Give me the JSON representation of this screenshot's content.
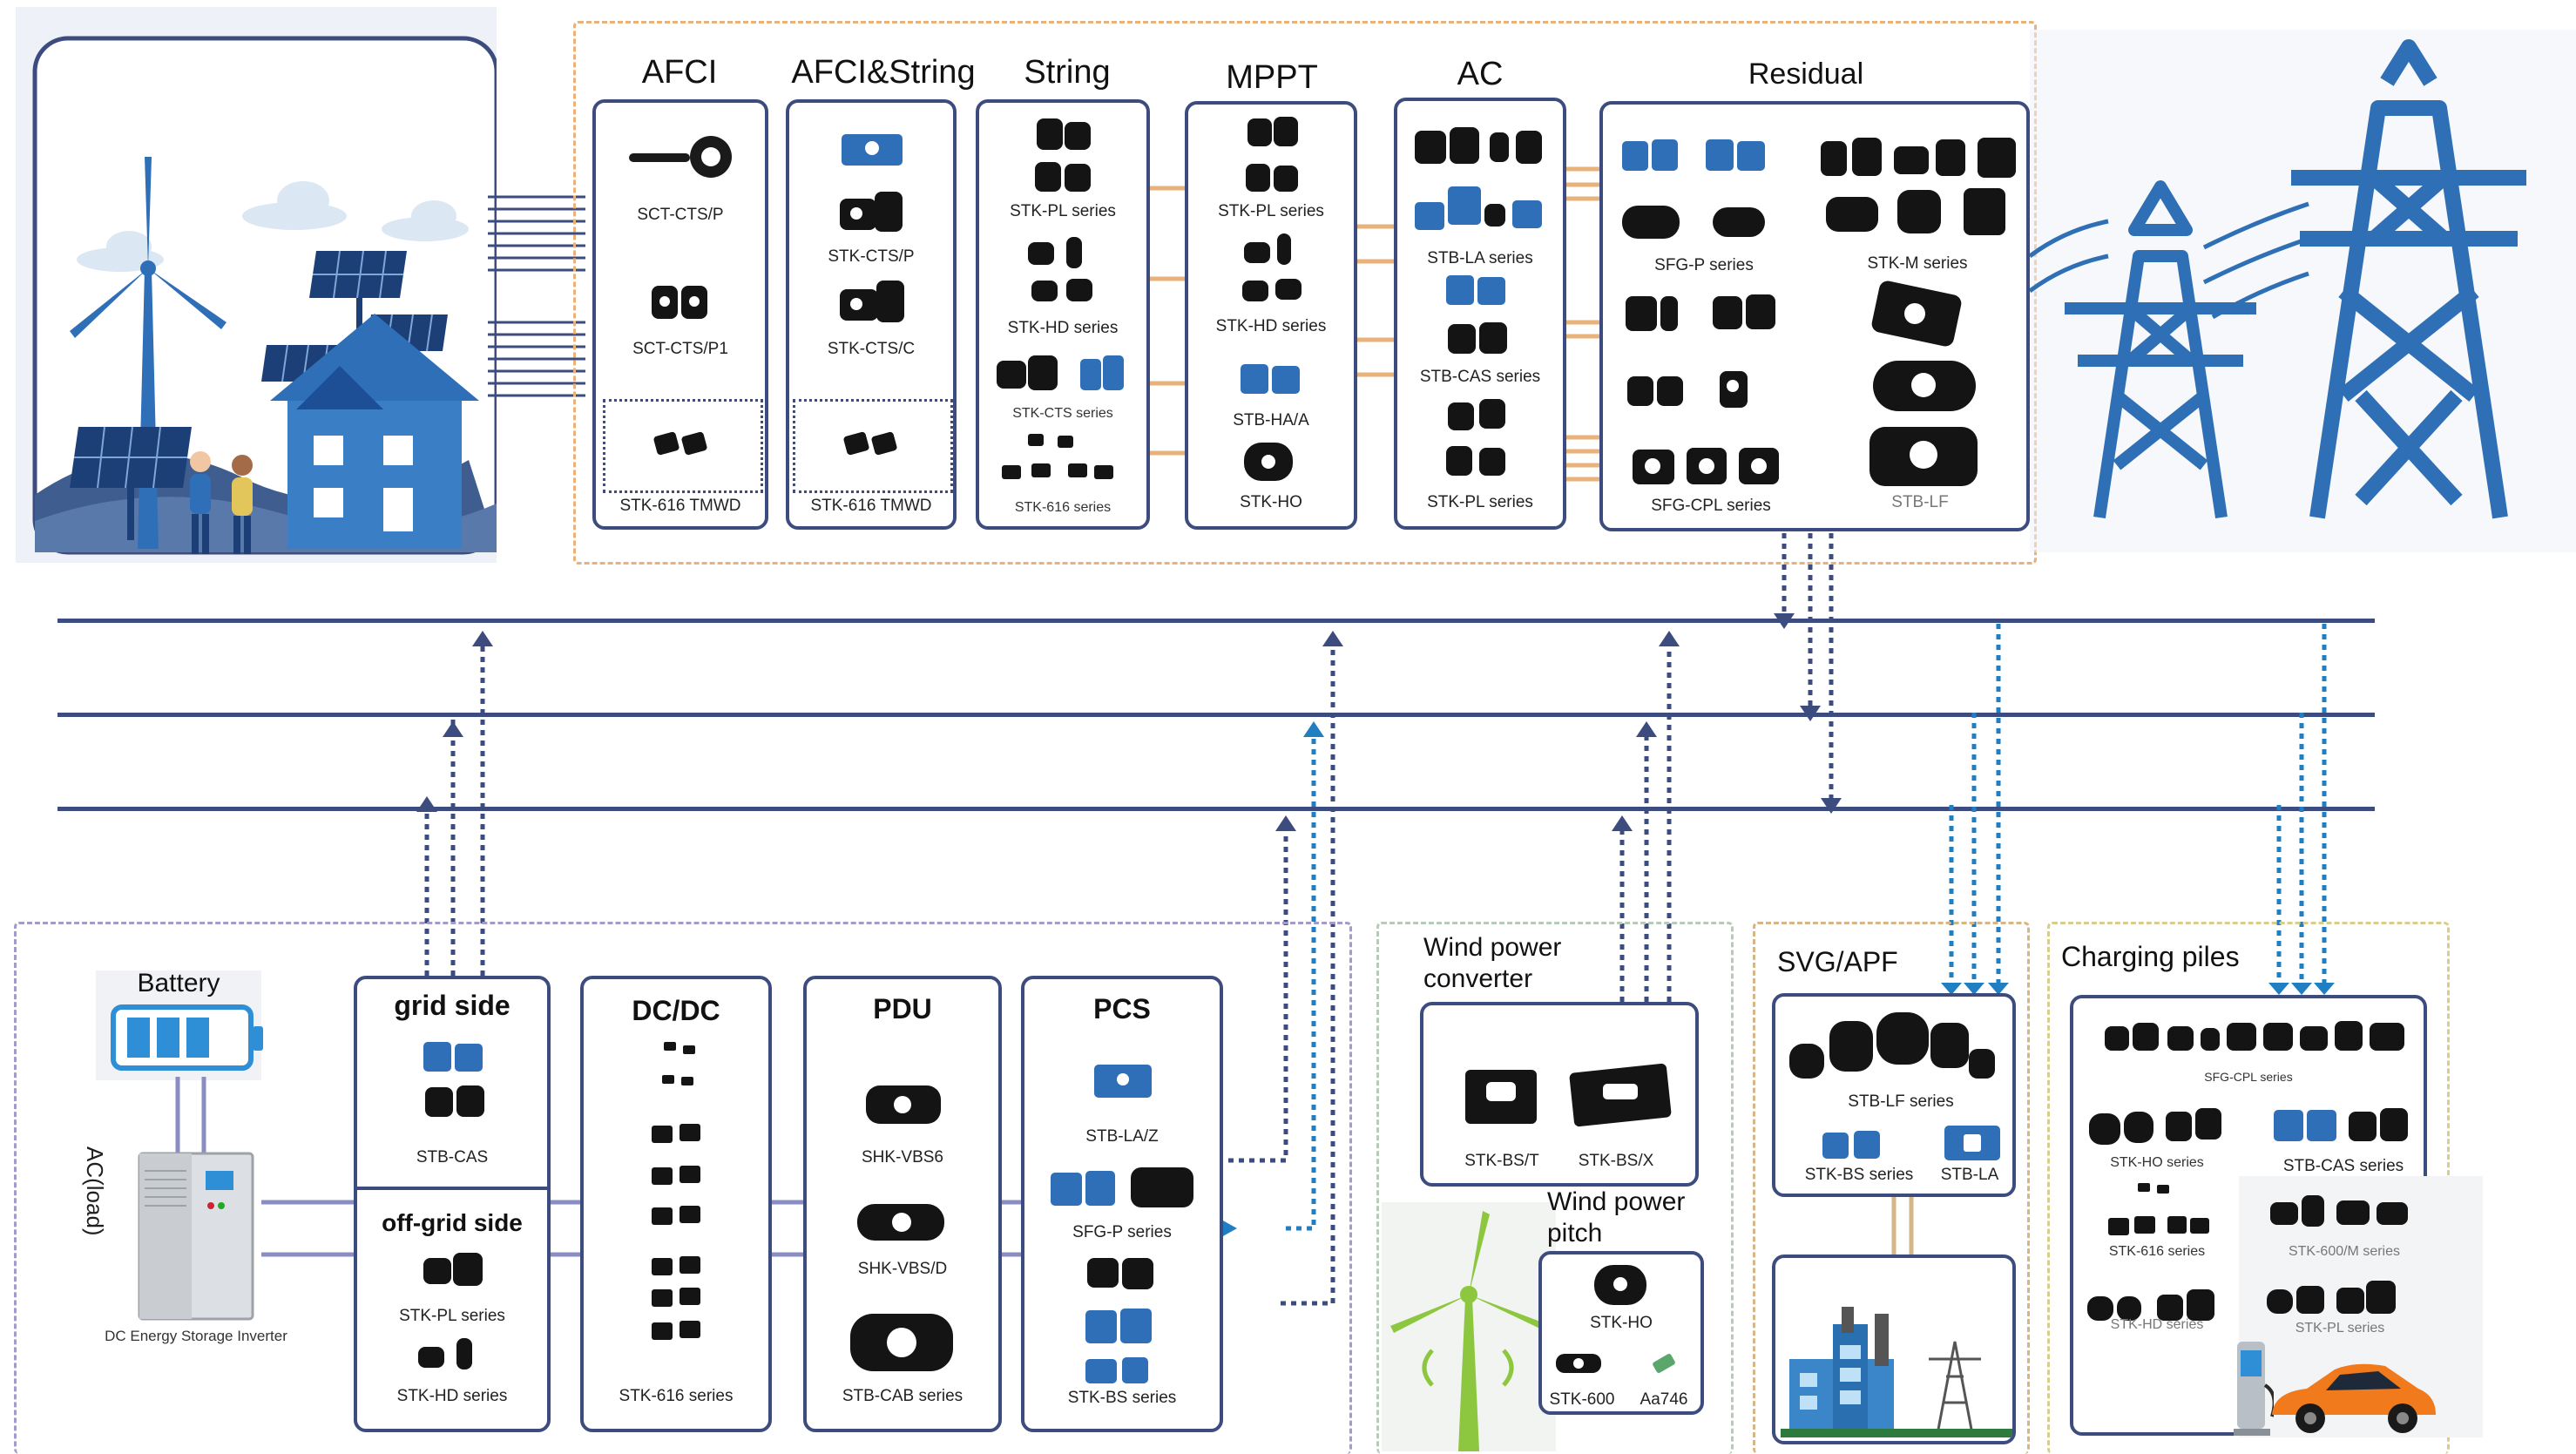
{
  "colors": {
    "navy": "#3d4c7e",
    "orange_dash": "#e8b27a",
    "purple_dash": "#a49bcb",
    "green_dash": "#b7cbb8",
    "tan_dash": "#d6b586",
    "yellow_dash": "#d8cd8c",
    "blue_arrow": "#1f7fc2",
    "dark_arrow": "#3d4c7e",
    "steel_blue": "#2e6fb5"
  },
  "icons": [
    "wind-turbine-icon",
    "solar-panel-icon",
    "house-icon",
    "power-tower-icon",
    "battery-icon",
    "inverter-cabinet-icon",
    "factory-icon",
    "ev-car-icon",
    "charging-station-icon"
  ],
  "top": {
    "groups": [
      {
        "title": "AFCI",
        "items": [
          "SCT-CTS/P",
          "SCT-CTS/P1",
          "STK-616 TMWD"
        ]
      },
      {
        "title": "AFCI&String",
        "items": [
          "STK-CTS/P",
          "STK-CTS/C",
          "STK-616 TMWD"
        ]
      },
      {
        "title": "String",
        "items": [
          "STK-PL series",
          "STK-HD series",
          "STK-CTS series",
          "STK-616 series"
        ]
      },
      {
        "title": "MPPT",
        "items": [
          "STK-PL series",
          "STK-HD series",
          "STB-HA/A",
          "STK-HO"
        ]
      },
      {
        "title": "AC",
        "items": [
          "STB-LA series",
          "STB-CAS series",
          "STK-PL series"
        ]
      },
      {
        "title": "Residual",
        "items": [
          "SFG-P series",
          "STK-M series",
          "SFG-CPL series",
          "STB-LF"
        ]
      }
    ]
  },
  "bottom_left": {
    "battery_label": "Battery",
    "load_label": "AC(load)",
    "inverter_label": "DC Energy Storage Inverter",
    "grid_side": {
      "title": "grid side",
      "item": "STB-CAS"
    },
    "off_grid_side": {
      "title": "off-grid side",
      "items": [
        "STK-PL series",
        "STK-HD series"
      ]
    },
    "dcdc": {
      "title": "DC/DC",
      "item": "STK-616 series"
    },
    "pdu": {
      "title": "PDU",
      "items": [
        "SHK-VBS6",
        "SHK-VBS/D",
        "STB-CAB series"
      ]
    },
    "pcs": {
      "title": "PCS",
      "items": [
        "STB-LA/Z",
        "SFG-P series",
        "STK-BS series"
      ]
    }
  },
  "wind": {
    "converter_title": "Wind power converter",
    "converter_items": [
      "STK-BS/T",
      "STK-BS/X"
    ],
    "pitch_title": "Wind power pitch",
    "pitch_items": [
      "STK-HO",
      "STK-600",
      "Aa746"
    ]
  },
  "svg_apf": {
    "title": "SVG/APF",
    "items": [
      "STB-LF series",
      "STK-BS series",
      "STB-LA"
    ]
  },
  "charging": {
    "title": "Charging piles",
    "items": [
      "SFG-CPL series",
      "STK-HO series",
      "STB-CAS series",
      "STK-616 series",
      "STK-600/M series",
      "STK-HD series",
      "STK-PL series"
    ]
  }
}
